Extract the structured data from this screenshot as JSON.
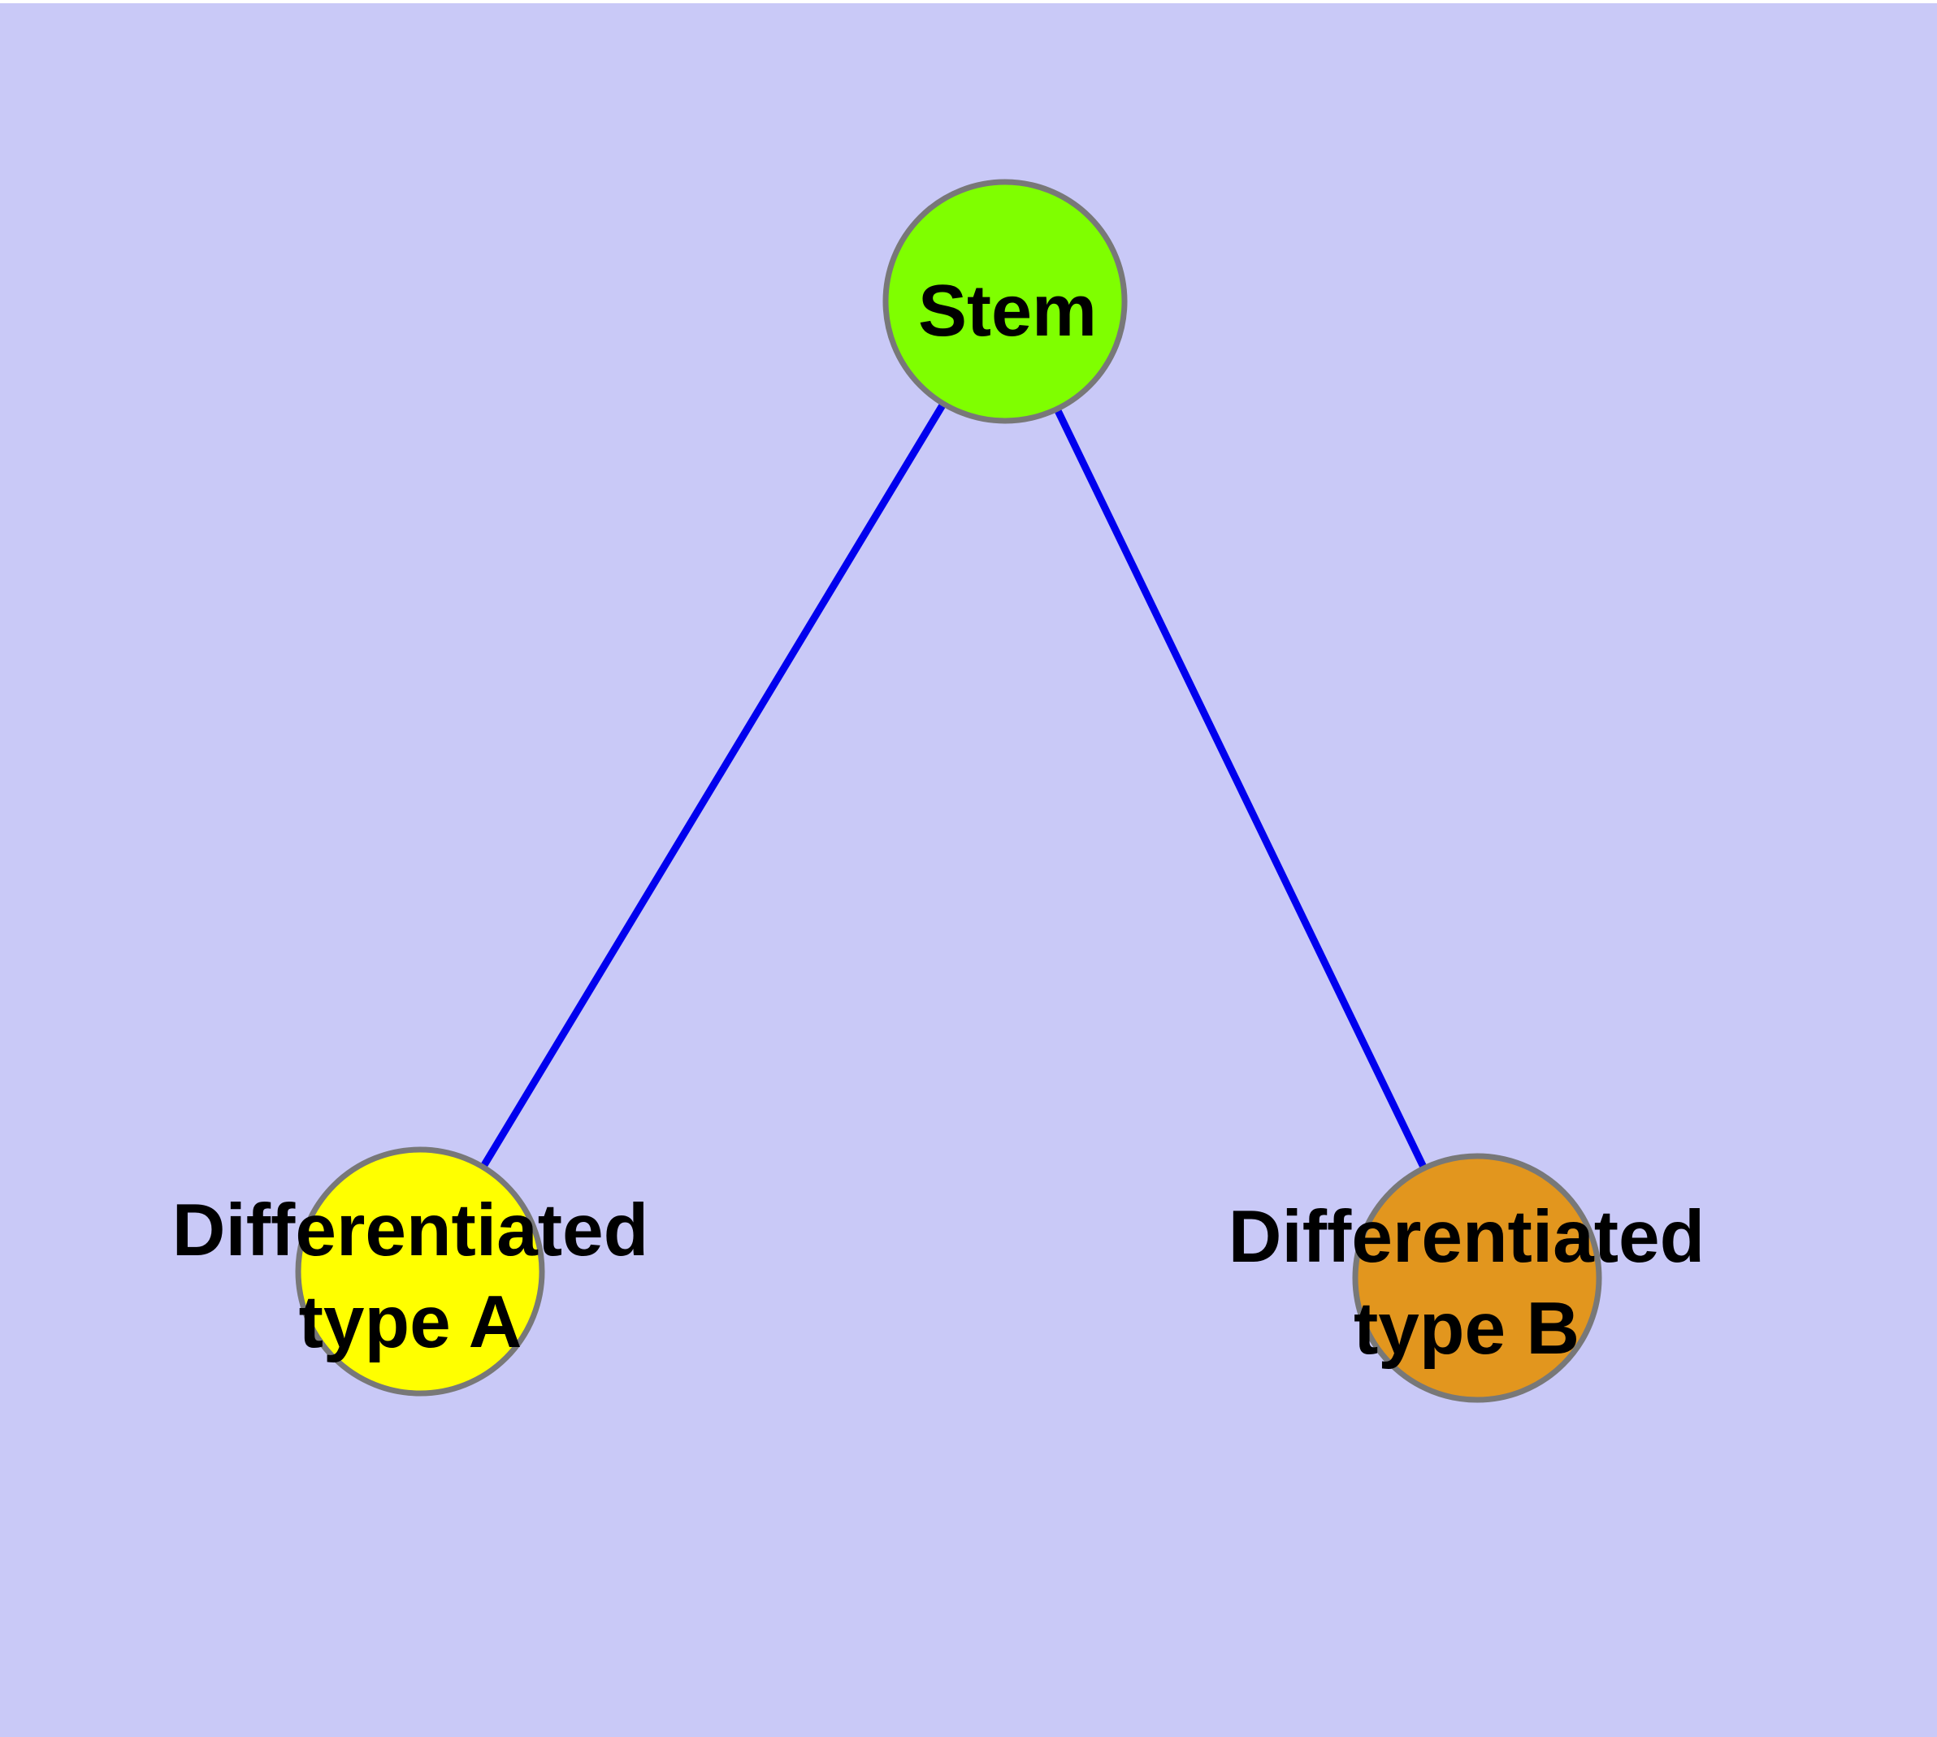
{
  "diagram": {
    "background_color": "#c9c9f7",
    "top_strip_color": "#ffffff",
    "edge_color": "#0000ee",
    "node_border_color": "#787878",
    "text_color": "#000000",
    "nodes": {
      "stem": {
        "label": "Stem",
        "fill_color": "#7fff00"
      },
      "type_a": {
        "label_line1": "Differentiated",
        "label_line2": "type A",
        "fill_color": "#ffff00"
      },
      "type_b": {
        "label_line1": "Differentiated",
        "label_line2": "type B",
        "fill_color": "#e2961e"
      }
    },
    "edges": [
      {
        "from": "stem",
        "to": "type_a"
      },
      {
        "from": "stem",
        "to": "type_b"
      }
    ]
  }
}
